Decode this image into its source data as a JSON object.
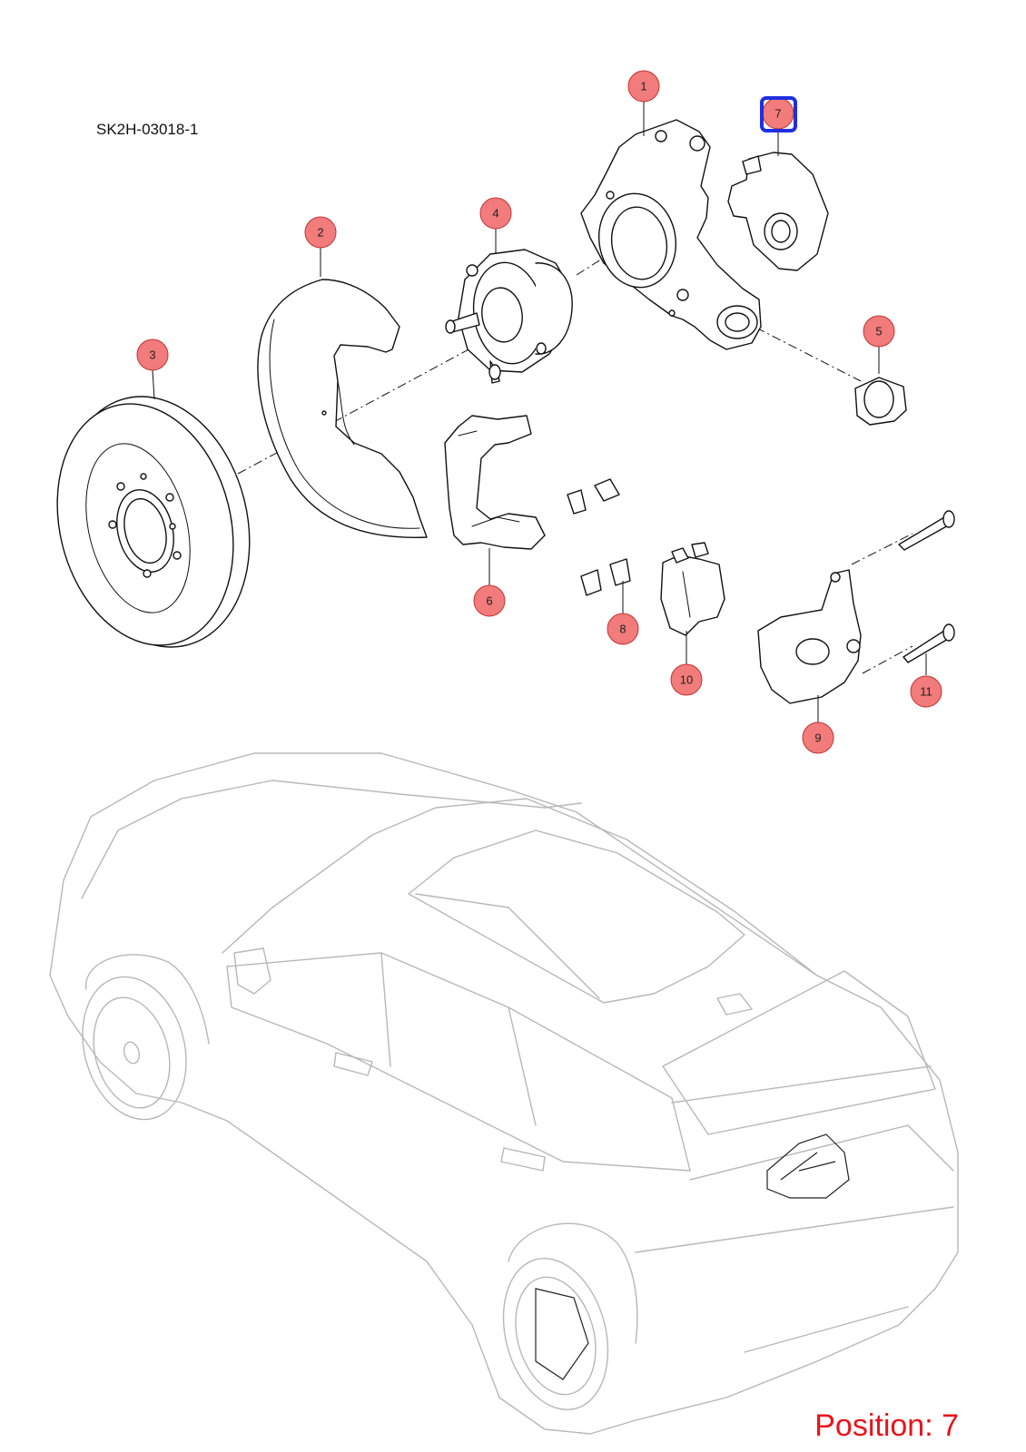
{
  "diagram": {
    "reference_code": "SK2H-03018-1",
    "position_label": "Position: 7",
    "selected_callout": "7",
    "callout_labels": [
      "1",
      "2",
      "3",
      "4",
      "5",
      "6",
      "7",
      "8",
      "9",
      "10",
      "11"
    ]
  },
  "colors": {
    "callout_fill": "#f27b7b",
    "callout_stroke": "#c33333",
    "selected_outline": "#1f2fe0",
    "position_text": "#e8141b",
    "line_art": "#111111",
    "car_outline": "#b7b7b7"
  }
}
